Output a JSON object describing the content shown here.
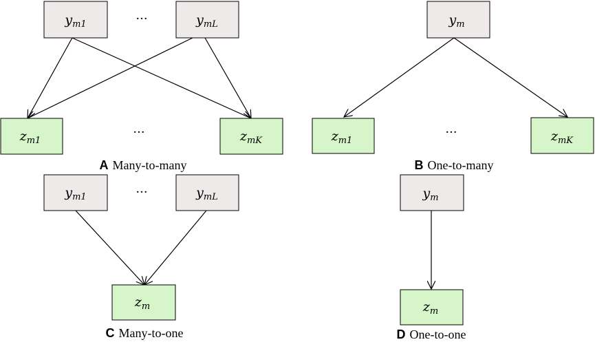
{
  "panels": [
    {
      "letter": "A",
      "caption": "Many-to-many",
      "nodes": [
        {
          "base": "y",
          "sub": "m1"
        },
        {
          "base": "y",
          "sub": "mL"
        },
        {
          "base": "z",
          "sub": "m1"
        },
        {
          "base": "z",
          "sub": "mK"
        }
      ],
      "ellipses": [
        "···",
        "···"
      ]
    },
    {
      "letter": "B",
      "caption": "One-to-many",
      "nodes": [
        {
          "base": "y",
          "sub": "m"
        },
        {
          "base": "z",
          "sub": "m1"
        },
        {
          "base": "z",
          "sub": "mK"
        }
      ],
      "ellipses": [
        "···"
      ]
    },
    {
      "letter": "C",
      "caption": "Many-to-one",
      "nodes": [
        {
          "base": "y",
          "sub": "m1"
        },
        {
          "base": "y",
          "sub": "mL"
        },
        {
          "base": "z",
          "sub": "m"
        }
      ],
      "ellipses": [
        "···"
      ]
    },
    {
      "letter": "D",
      "caption": "One-to-one",
      "nodes": [
        {
          "base": "y",
          "sub": "m"
        },
        {
          "base": "z",
          "sub": "m"
        }
      ],
      "ellipses": []
    }
  ],
  "colors": {
    "y_fill": "#eeeaea",
    "z_fill": "#d6f5c8",
    "stroke": "#000000"
  }
}
